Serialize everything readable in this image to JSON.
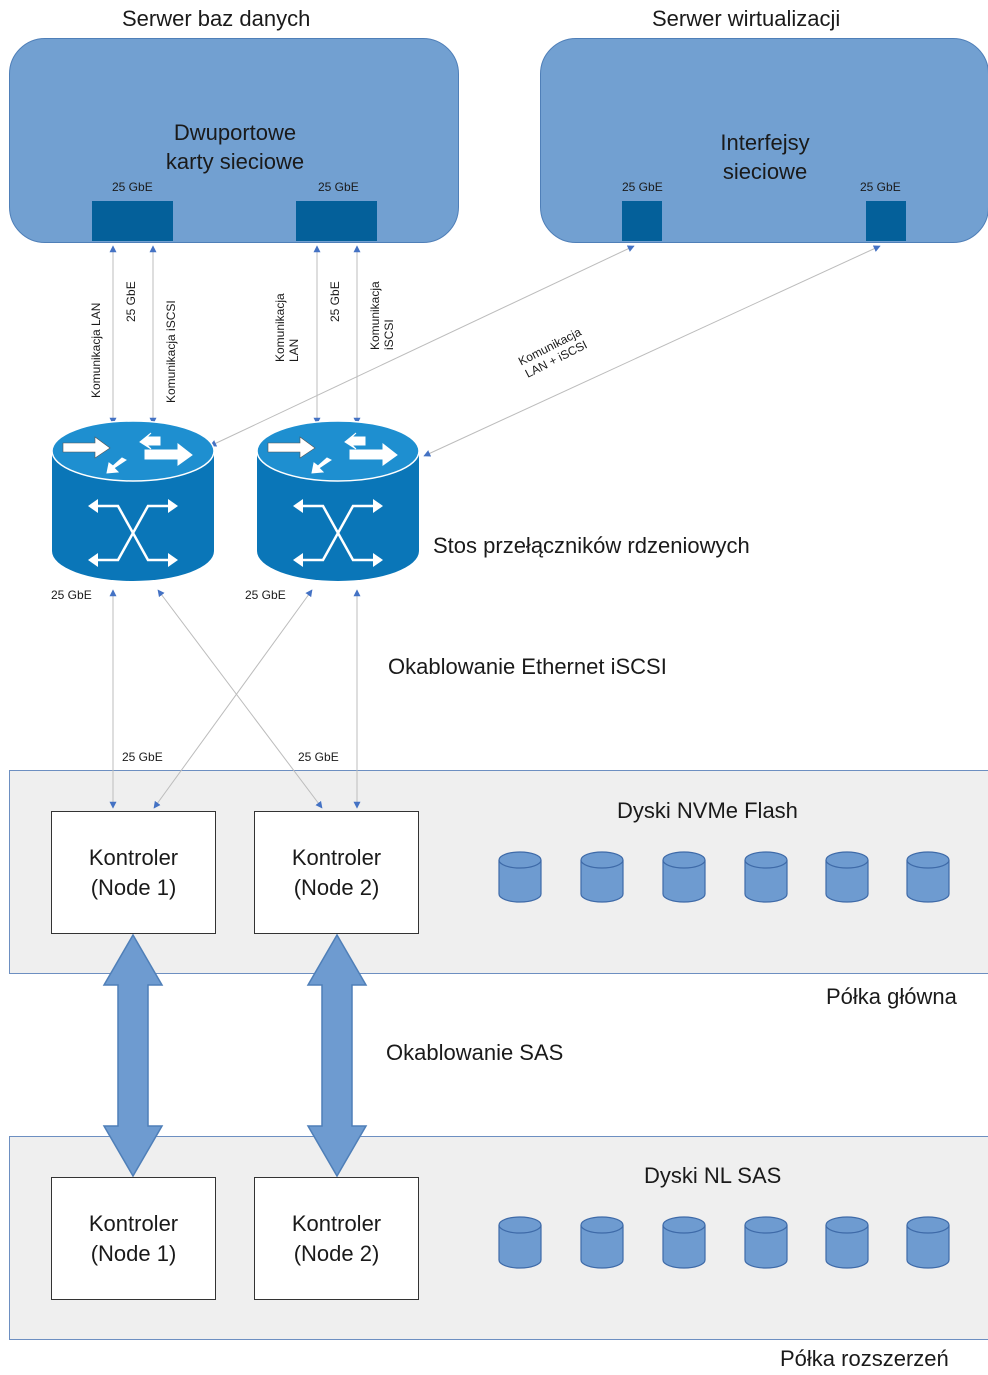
{
  "db_server": {
    "title": "Serwer baz danych",
    "body": "Dwuportowe\nkarty sieciowe",
    "port_labels": [
      "25 GbE",
      "25 GbE"
    ]
  },
  "virt_server": {
    "title": "Serwer wirtualizacji",
    "body": "Interfejsy\nsieciowe",
    "port_labels": [
      "25 GbE",
      "25 GbE"
    ]
  },
  "links": {
    "lan1": "Komunikacja LAN",
    "speed1": "25 GbE",
    "iscsi1": "Komunikacja iSCSI",
    "lan2": "Komunikacja\nLAN",
    "speed2": "25 GbE",
    "iscsi2": "Komunikacja\niSCSI",
    "virt": "Komunikacja\nLAN + iSCSI"
  },
  "switches": {
    "label": "Stos przełączników rdzeniowych",
    "port_labels": [
      "25 GbE",
      "25 GbE"
    ]
  },
  "ethernet": {
    "label": "Okablowanie Ethernet iSCSI",
    "speed_labels": [
      "25 GbE",
      "25 GbE"
    ]
  },
  "main_shelf": {
    "disks_label": "Dyski NVMe Flash",
    "controllers": [
      "Kontroler\n(Node 1)",
      "Kontroler\n(Node 2)"
    ],
    "label": "Półka główna"
  },
  "sas": {
    "label": "Okablowanie SAS"
  },
  "expansion_shelf": {
    "disks_label": "Dyski NL SAS",
    "controllers": [
      "Kontroler\n(Node 1)",
      "Kontroler\n(Node 2)"
    ],
    "label": "Półka rozszerzeń"
  },
  "colors": {
    "server_fill": "#72a0d1",
    "port_fill": "#04609a",
    "switch_fill": "#0a76b8",
    "disk_fill": "#6e9bd0",
    "sas_arrow": "#6e9bd0",
    "shelf_fill": "#efefef"
  }
}
